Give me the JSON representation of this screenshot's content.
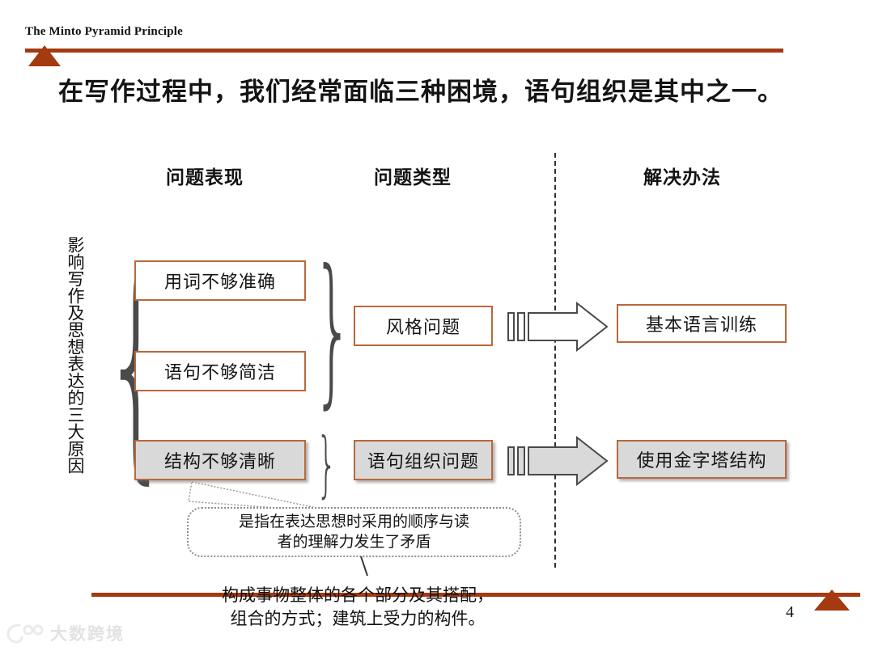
{
  "header": {
    "title": "The Minto Pyramid Principle",
    "rule_color": "#a33a10"
  },
  "slide": {
    "title": "在写作过程中，我们经常面临三种困境，语句组织是其中之一。"
  },
  "columns": [
    {
      "label": "问题表现"
    },
    {
      "label": "问题类型"
    },
    {
      "label": "解决办法"
    }
  ],
  "side_label": {
    "text": "影响写作及思想表达的三大原因"
  },
  "boxes": {
    "symptoms": [
      {
        "label": "用词不够准确",
        "fill": "white"
      },
      {
        "label": "语句不够简洁",
        "fill": "white"
      },
      {
        "label": "结构不够清晰",
        "fill": "gray"
      }
    ],
    "types": [
      {
        "label": "风格问题",
        "fill": "white"
      },
      {
        "label": "语句组织问题",
        "fill": "gray"
      }
    ],
    "solutions": [
      {
        "label": "基本语言训练",
        "fill": "white"
      },
      {
        "label": "使用金字塔结构",
        "fill": "gray"
      }
    ]
  },
  "callout": {
    "line1": "是指在表达思想时采用的顺序与读",
    "line2": "者的理解力发生了矛盾"
  },
  "bottom_note": {
    "line1": "构成事物整体的各个部分及其搭配，",
    "line2": "组合的方式；建筑上受力的构件。"
  },
  "footer": {
    "page_number": "4"
  },
  "watermark": {
    "text": "大数跨境"
  },
  "theme": {
    "accent": "#a33a10",
    "box_border": "#b9683c",
    "gray_fill": "#d9d9d9",
    "arrow_stroke": "#4a4a4a"
  }
}
